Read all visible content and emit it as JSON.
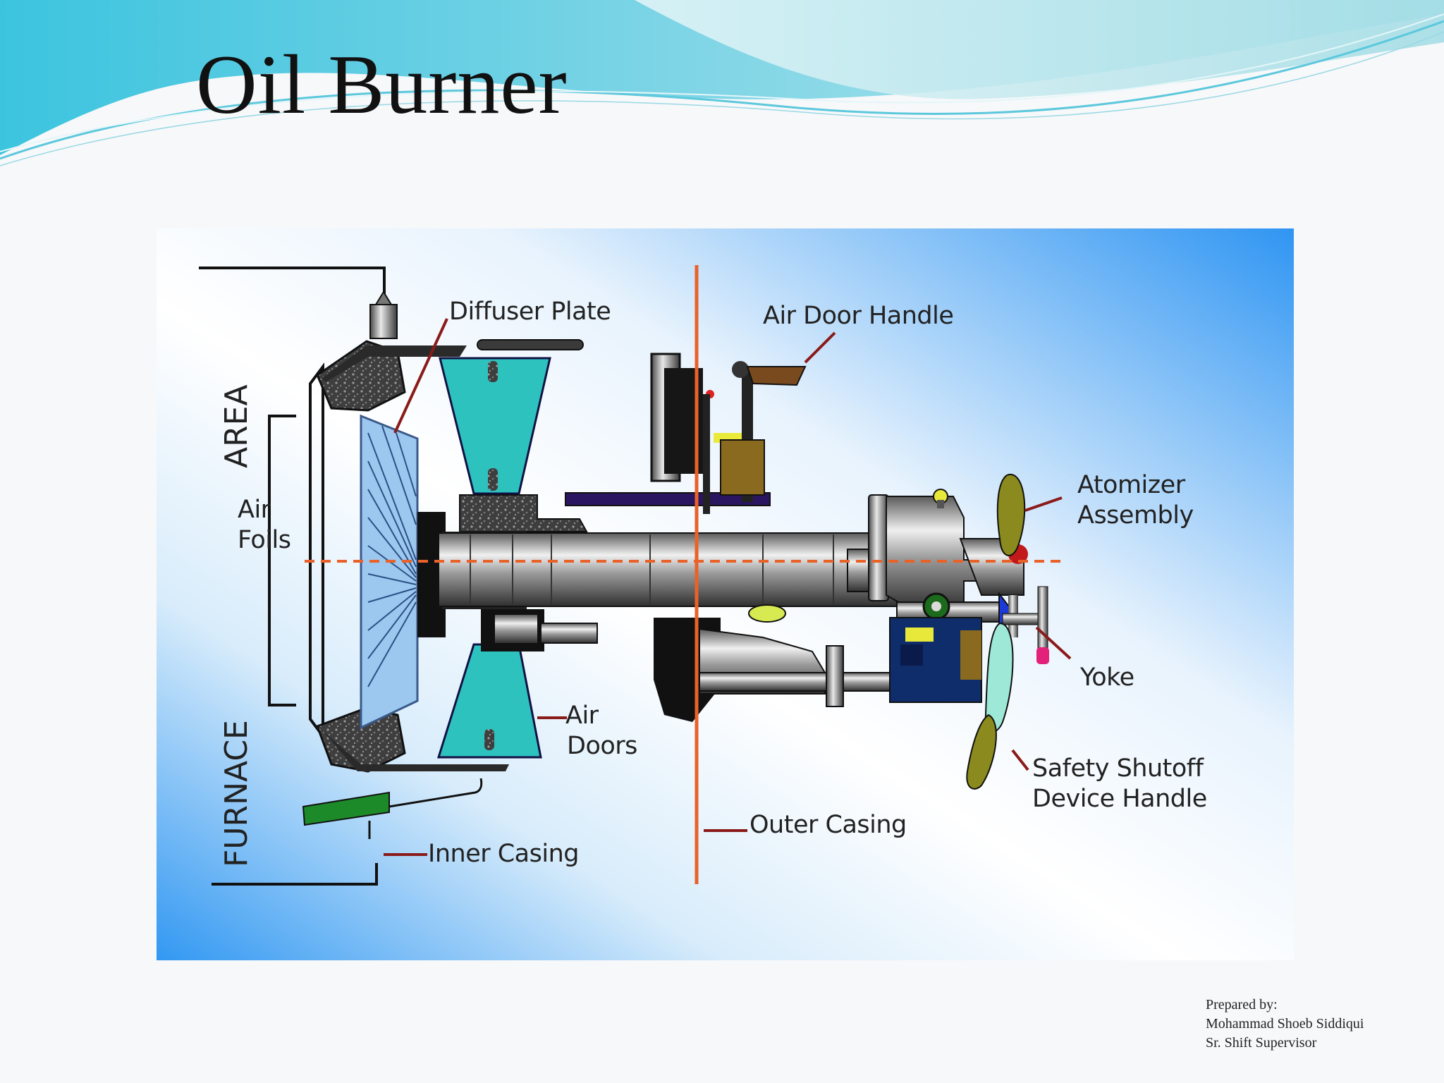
{
  "slide": {
    "title": "Oil Burner",
    "credit": {
      "line1": "Prepared by:",
      "line2": "Mohammad Shoeb Siddiqui",
      "line3": "Sr. Shift Supervisor"
    }
  },
  "diagram": {
    "labels": {
      "diffuser_plate": "Diffuser Plate",
      "air_door_handle": "Air Door Handle",
      "atomizer_line1": "Atomizer",
      "atomizer_line2": "Assembly",
      "air_foils_line1": "Air",
      "air_foils_line2": "Foils",
      "air_doors_line1": "Air",
      "air_doors_line2": "Doors",
      "yoke": "Yoke",
      "safety_line1": "Safety Shutoff",
      "safety_line2": "Device Handle",
      "outer_casing": "Outer Casing",
      "inner_casing": "Inner Casing",
      "area": "AREA",
      "furnace": "FURNACE"
    },
    "colors": {
      "panel_light": "#ffffff",
      "panel_dark": "#2f95f2",
      "centerline": "#e8622a",
      "outer_casing_line": "#e8622a",
      "leader": "#8b1a1a",
      "air_door": "#2ec2bf",
      "diffuser": "#9cc8ef",
      "shaft": "#9a9a9a",
      "gravel": "#4a4a4a",
      "propeller": "#8a8a1e",
      "green_plate": "#1d8a2a",
      "purple_bar": "#2a1660"
    }
  }
}
